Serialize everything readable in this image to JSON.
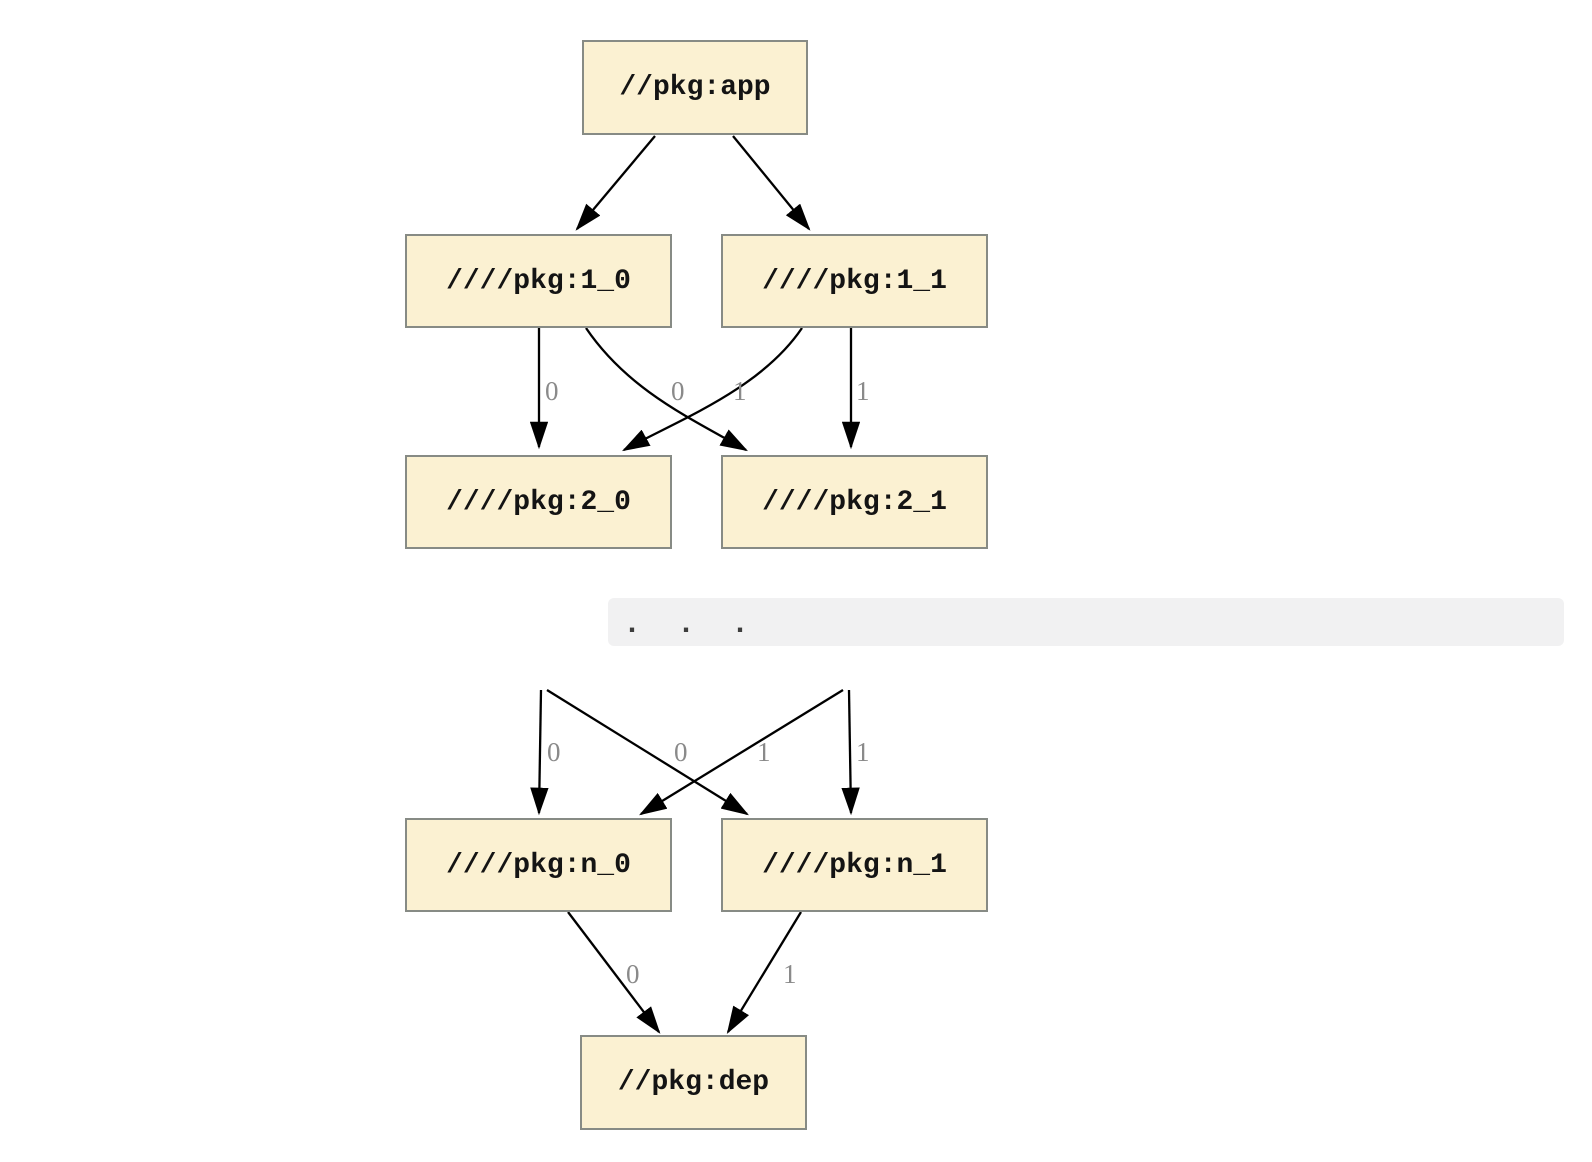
{
  "diagram": {
    "description_colors": {
      "background": "#ffffff",
      "node_fill": "#fbf1d2",
      "node_border": "#878b85",
      "edge": "#000000",
      "edge_label": "#8a8a8a",
      "ellipsis_bar_bg": "#f1f1f2",
      "ellipsis_text": "#3d3d3d"
    },
    "nodes": {
      "app": "//pkg:app",
      "level1_0": "////pkg:1_0",
      "level1_1": "////pkg:1_1",
      "level2_0": "////pkg:2_0",
      "level2_1": "////pkg:2_1",
      "leveln_0": "////pkg:n_0",
      "leveln_1": "////pkg:n_1",
      "dep": "//pkg:dep"
    },
    "ellipsis": ".  .  .",
    "edge_labels": {
      "l1_0_to_2_0": "0",
      "l1_1_to_2_0": "0",
      "l1_0_to_2_1": "1",
      "l1_1_to_2_1": "1",
      "dots_to_n_0": "0",
      "cross_to_n_0": "0",
      "cross_to_n_1": "1",
      "dots_to_n_1": "1",
      "n_0_to_dep": "0",
      "n_1_to_dep": "1"
    }
  }
}
